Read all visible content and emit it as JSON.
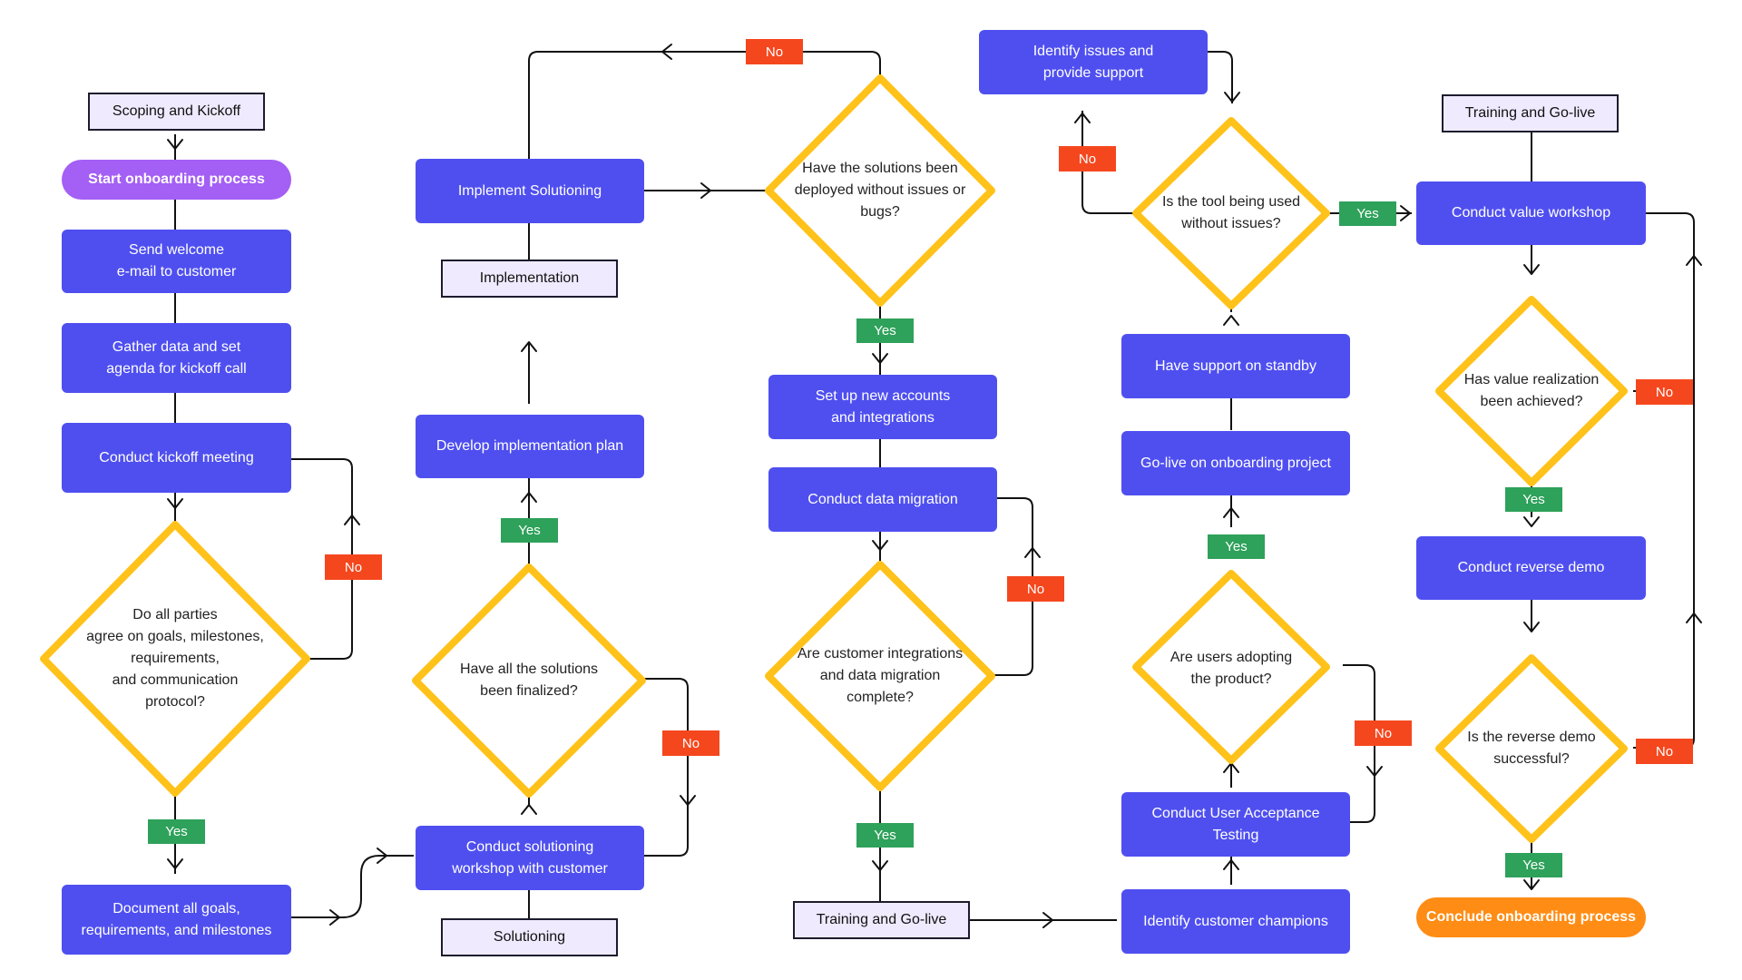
{
  "colors": {
    "process": "#4f4ff0",
    "start": "#a45ff5",
    "end": "#ff8c14",
    "decision_border": "#ffc21a",
    "yes": "#2ea15a",
    "no": "#f5471e",
    "phase_fill": "#efeafe",
    "line": "#111111"
  },
  "phases": {
    "scoping": "Scoping and Kickoff",
    "implementation": "Implementation",
    "solutioning": "Solutioning",
    "training_a": "Training and Go-live",
    "training_b": "Training and Go-live"
  },
  "terminals": {
    "start": "Start onboarding process",
    "end": "Conclude onboarding process"
  },
  "processes": {
    "welcome": "Send welcome\ne-mail to customer",
    "gather": "Gather data and set\nagenda for kickoff call",
    "kickoff": "Conduct kickoff meeting",
    "document": "Document all goals,\nrequirements, and milestones",
    "workshop": "Conduct solutioning\nworkshop with customer",
    "develop": "Develop implementation plan",
    "implement": "Implement Solutioning",
    "accounts": "Set up new accounts\nand integrations",
    "migration": "Conduct data migration",
    "champions": "Identify customer champions",
    "uat": "Conduct User Acceptance Testing",
    "golive": "Go-live on onboarding project",
    "standby": "Have support on standby",
    "issues": "Identify issues and\nprovide support",
    "value_workshop": "Conduct value workshop",
    "reverse_demo": "Conduct reverse demo"
  },
  "decisions": {
    "agree": "Do all parties\nagree on goals, milestones,\nrequirements,\nand communication\nprotocol?",
    "finalized": "Have all the solutions\nbeen finalized?",
    "deployed": "Have the solutions been\ndeployed without issues or\nbugs?",
    "integrations": "Are customer integrations\nand data migration\ncomplete?",
    "adopting": "Are users adopting\nthe product?",
    "tool": "Is the tool being used\nwithout issues?",
    "value": "Has value realization\nbeen achieved?",
    "reverse": "Is the reverse demo\nsuccessful?"
  },
  "labels": {
    "yes": "Yes",
    "no": "No"
  }
}
